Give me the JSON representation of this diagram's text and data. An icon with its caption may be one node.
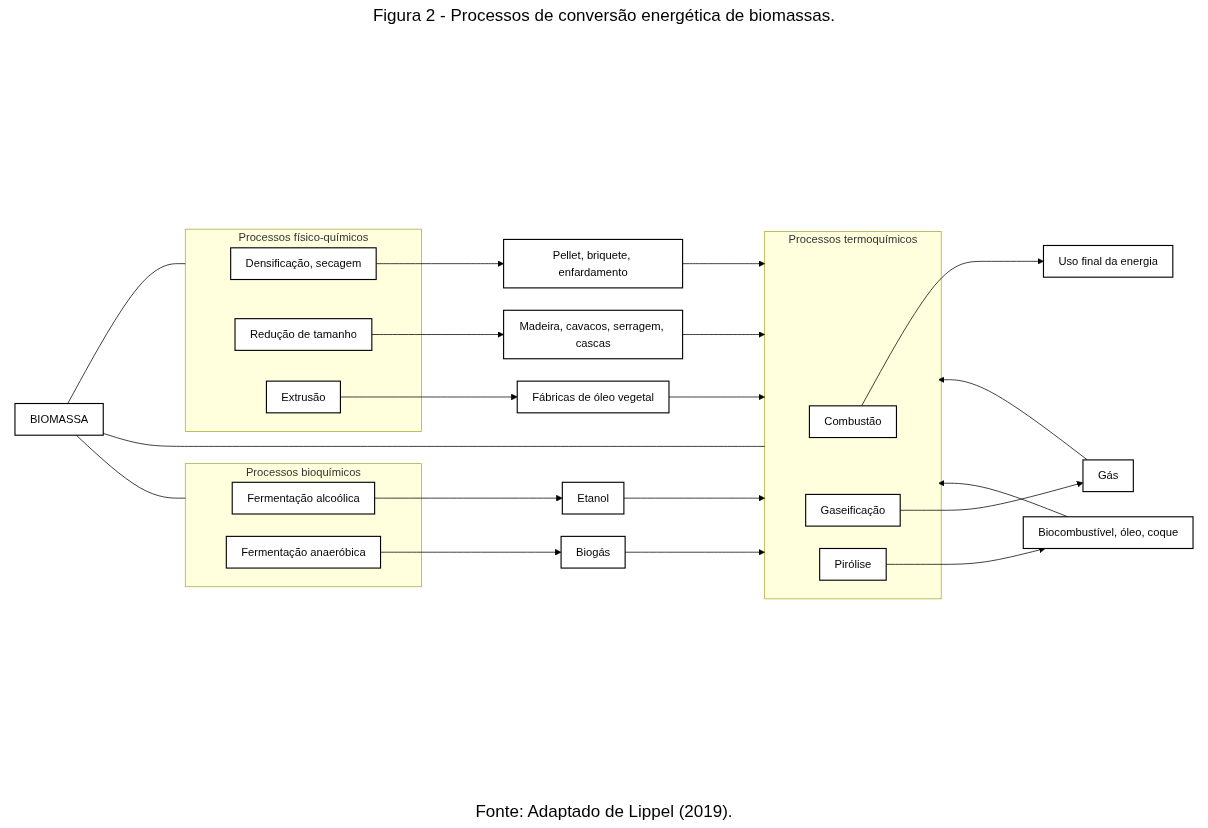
{
  "diagram": {
    "title": "Figura 2 - Processos de conversão energética de biomassas.",
    "caption": "Fonte: Adaptado de Lippel (2019).",
    "nodes": [
      {
        "text": [
          "BIOMASSA"
        ]
      },
      {
        "text": [
          "Processos físico-químicos"
        ]
      },
      {
        "text": [
          "Densificação, secagem"
        ],
        "in": 1
      },
      {
        "text": [
          "Redução de tamanho"
        ],
        "in": 1
      },
      {
        "text": [
          "Extrusão"
        ],
        "in": 1
      },
      {
        "text": [
          "Pellet, briquete, enfardamento"
        ]
      },
      {
        "text": [
          "Madeira, cavacos, serragem, cascas"
        ]
      },
      {
        "text": [
          "Fábricas de óleo vegetal"
        ]
      },
      {
        "text": [
          "Processos termoquímicos"
        ]
      },
      {
        "text": [
          "Combustão"
        ],
        "in": 8
      },
      {
        "text": [
          "Gaseificação"
        ],
        "in": 8
      },
      {
        "text": [
          "Pirólise"
        ],
        "in": 8
      },
      {
        "text": [
          "Uso final da energia"
        ]
      },
      {
        "text": [
          "Gás"
        ]
      },
      {
        "text": [
          "Biocombustível, óleo, coque"
        ]
      },
      {
        "text": [
          "Processos bioquímicos"
        ]
      },
      {
        "text": [
          "Fermentação alcoólica"
        ],
        "in": 15
      },
      {
        "text": [
          "Fermentação anaeróbica"
        ],
        "in": 15
      },
      {
        "text": [
          "Etanol"
        ]
      },
      {
        "text": [
          "Biogás"
        ]
      }
    ],
    "edges": [
      {
        "from": 0,
        "to": 1,
        "arrow": "none"
      },
      {
        "from": 0,
        "to": 8,
        "arrow": "none"
      },
      {
        "from": 0,
        "to": 15,
        "arrow": "none"
      },
      {
        "from": 2,
        "to": 5,
        "arrow": "to"
      },
      {
        "from": 3,
        "to": 6,
        "arrow": "to"
      },
      {
        "from": 4,
        "to": 7,
        "arrow": "to"
      },
      {
        "from": 5,
        "to": 8,
        "arrow": "to"
      },
      {
        "from": 6,
        "to": 8,
        "arrow": "to"
      },
      {
        "from": 7,
        "to": 8,
        "arrow": "to"
      },
      {
        "from": 9,
        "to": 12,
        "arrow": "to"
      },
      {
        "from": 10,
        "to": 13,
        "arrow": "to"
      },
      {
        "from": 11,
        "to": 14,
        "arrow": "to"
      },
      {
        "from": 13,
        "to": 8,
        "arrow": "to"
      },
      {
        "from": 14,
        "to": 8,
        "arrow": "to"
      },
      {
        "from": 16,
        "to": 18,
        "arrow": "to"
      },
      {
        "from": 17,
        "to": 19,
        "arrow": "to"
      },
      {
        "from": 18,
        "to": 8,
        "arrow": "to"
      },
      {
        "from": 19,
        "to": 8,
        "arrow": "to"
      }
    ]
  }
}
